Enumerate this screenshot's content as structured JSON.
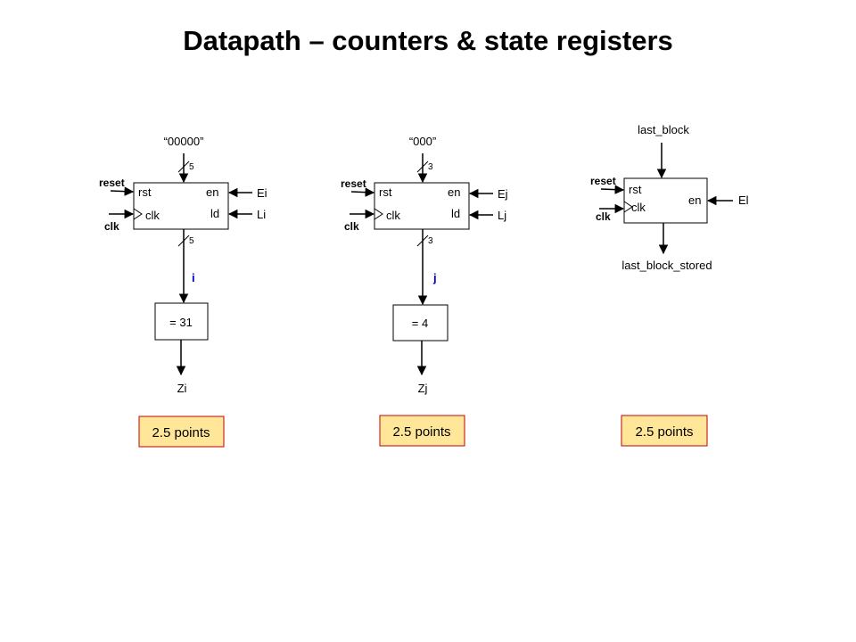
{
  "title": "Datapath – counters & state registers",
  "colors": {
    "signal": "#0000cc",
    "badge_fill": "#ffe699",
    "badge_border": "#c00000",
    "ink": "#000000"
  },
  "blocks": [
    {
      "load_value": "“00000”",
      "bus_in_width": "5",
      "rst": "rst",
      "en": "en",
      "clk": "clk",
      "ld": "ld",
      "reset": "reset",
      "clk_in": "clk",
      "en_in": "Ei",
      "ld_in": "Li",
      "bus_out_width": "5",
      "signal": "i",
      "compare": "= 31",
      "output": "Zi",
      "points": "2.5 points"
    },
    {
      "load_value": "“000”",
      "bus_in_width": "3",
      "rst": "rst",
      "en": "en",
      "clk": "clk",
      "ld": "ld",
      "reset": "reset",
      "clk_in": "clk",
      "en_in": "Ej",
      "ld_in": "Lj",
      "bus_out_width": "3",
      "signal": "j",
      "compare": "= 4",
      "output": "Zj",
      "points": "2.5 points"
    },
    {
      "input": "last_block",
      "rst": "rst",
      "clk": "clk",
      "en": "en",
      "reset": "reset",
      "clk_in": "clk",
      "en_in": "El",
      "output": "last_block_stored",
      "points": "2.5 points"
    }
  ]
}
